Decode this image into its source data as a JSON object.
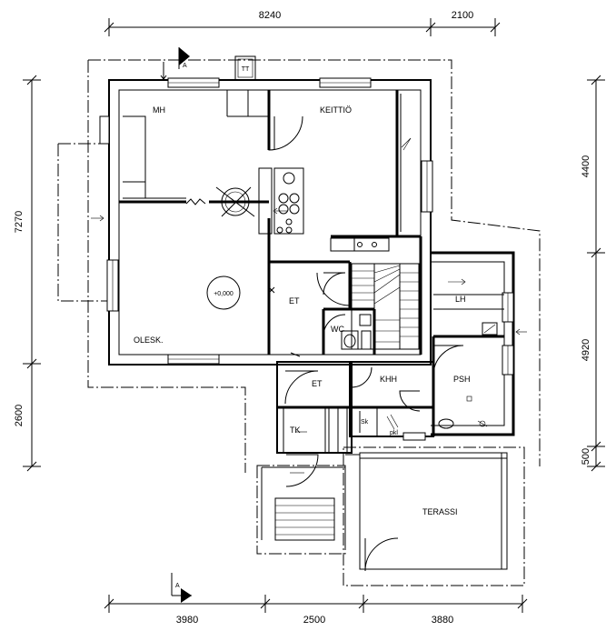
{
  "dimensions": {
    "top": [
      "8240",
      "2100"
    ],
    "bottom": [
      "3980",
      "2500",
      "3880"
    ],
    "left": [
      "7270",
      "2600"
    ],
    "right": [
      "4400",
      "4920",
      "500"
    ]
  },
  "rooms": {
    "mh": "MH",
    "keittio": "KEITTIÖ",
    "et_upper": "ET",
    "et_lower": "ET",
    "lh": "LH",
    "wc": "WC",
    "olesk": "OLESK.",
    "khh": "KHH",
    "psh": "PSH",
    "tk": "TK",
    "terassi": "TERASSI"
  },
  "labels": {
    "level": "+0,000",
    "chimney": "TT",
    "sk": "Sk",
    "pkl": "pkl",
    "section_mark_top": "A",
    "section_mark_bottom": "A"
  }
}
